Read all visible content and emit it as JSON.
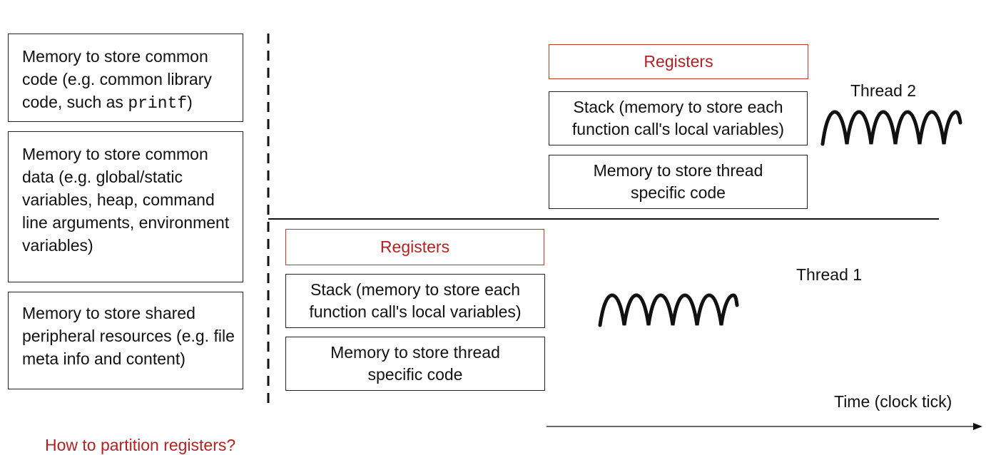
{
  "shared_memory": {
    "code": {
      "prefix": "Memory to store common code (e.g. common library code, such as ",
      "code_token": "printf",
      "suffix": ")"
    },
    "data": "Memory to store common data (e.g. global/static variables, heap, command line arguments, environment variables)",
    "peripheral": "Memory to store shared peripheral resources (e.g. file meta info and content)"
  },
  "thread_1": {
    "label": "Thread 1",
    "registers": "Registers",
    "stack": "Stack (memory to store each function call's local variables)",
    "code": "Memory to store thread specific code"
  },
  "thread_2": {
    "label": "Thread 2",
    "registers": "Registers",
    "stack": "Stack (memory to store each function call's local variables)",
    "code": "Memory to store thread specific code"
  },
  "time_axis": {
    "label": "Time (clock tick)"
  },
  "question": "How to partition registers?",
  "colors": {
    "accent": "#b22222",
    "line": "#111111"
  },
  "icons": {
    "thread": "wavy-thread-icon",
    "arrow": "arrow-right-icon"
  }
}
